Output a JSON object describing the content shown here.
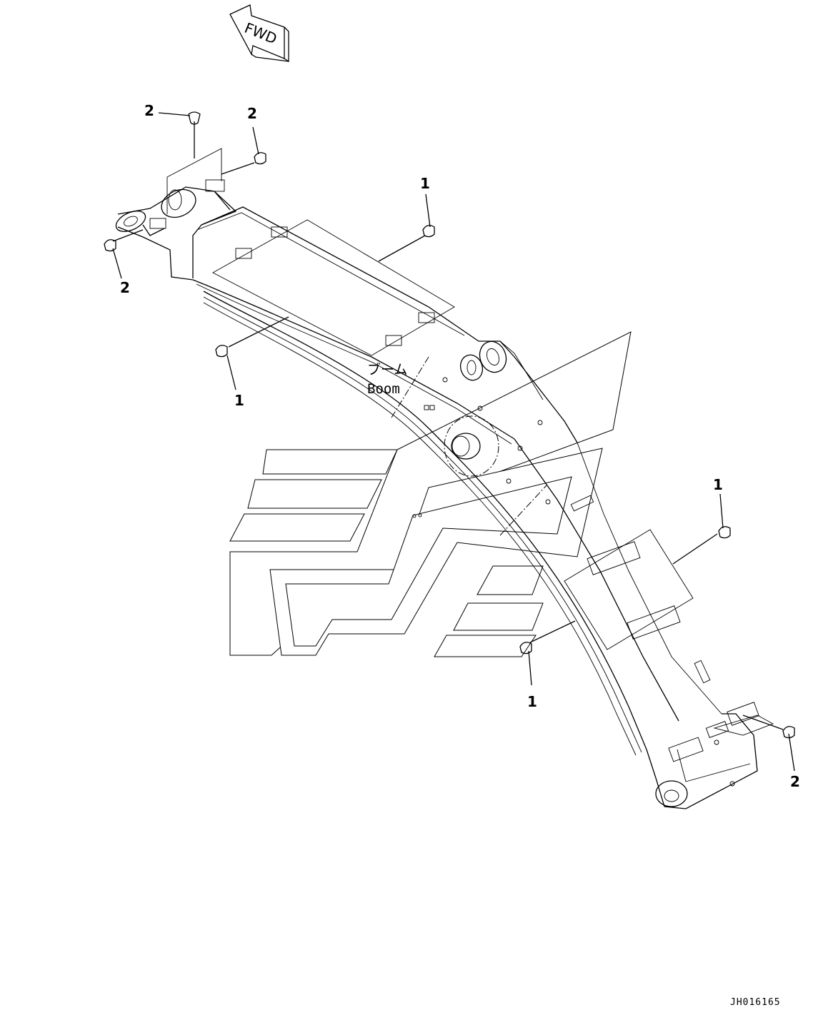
{
  "drawing": {
    "direction_arrow_text": "FWD",
    "part_label_japanese": "ブーム",
    "part_label_english": "Boom",
    "drawing_number": "JH016165"
  },
  "callouts": {
    "c1_top": "2",
    "c2_top": "2",
    "c3_left": "2",
    "c4_upper": "1",
    "c5_mid_left": "1",
    "c6_right": "1",
    "c7_lower": "1",
    "c8_bottom_right": "2"
  },
  "icons": {
    "fwd_arrow": "fwd-arrow-icon",
    "cap_part": "cap-icon"
  }
}
